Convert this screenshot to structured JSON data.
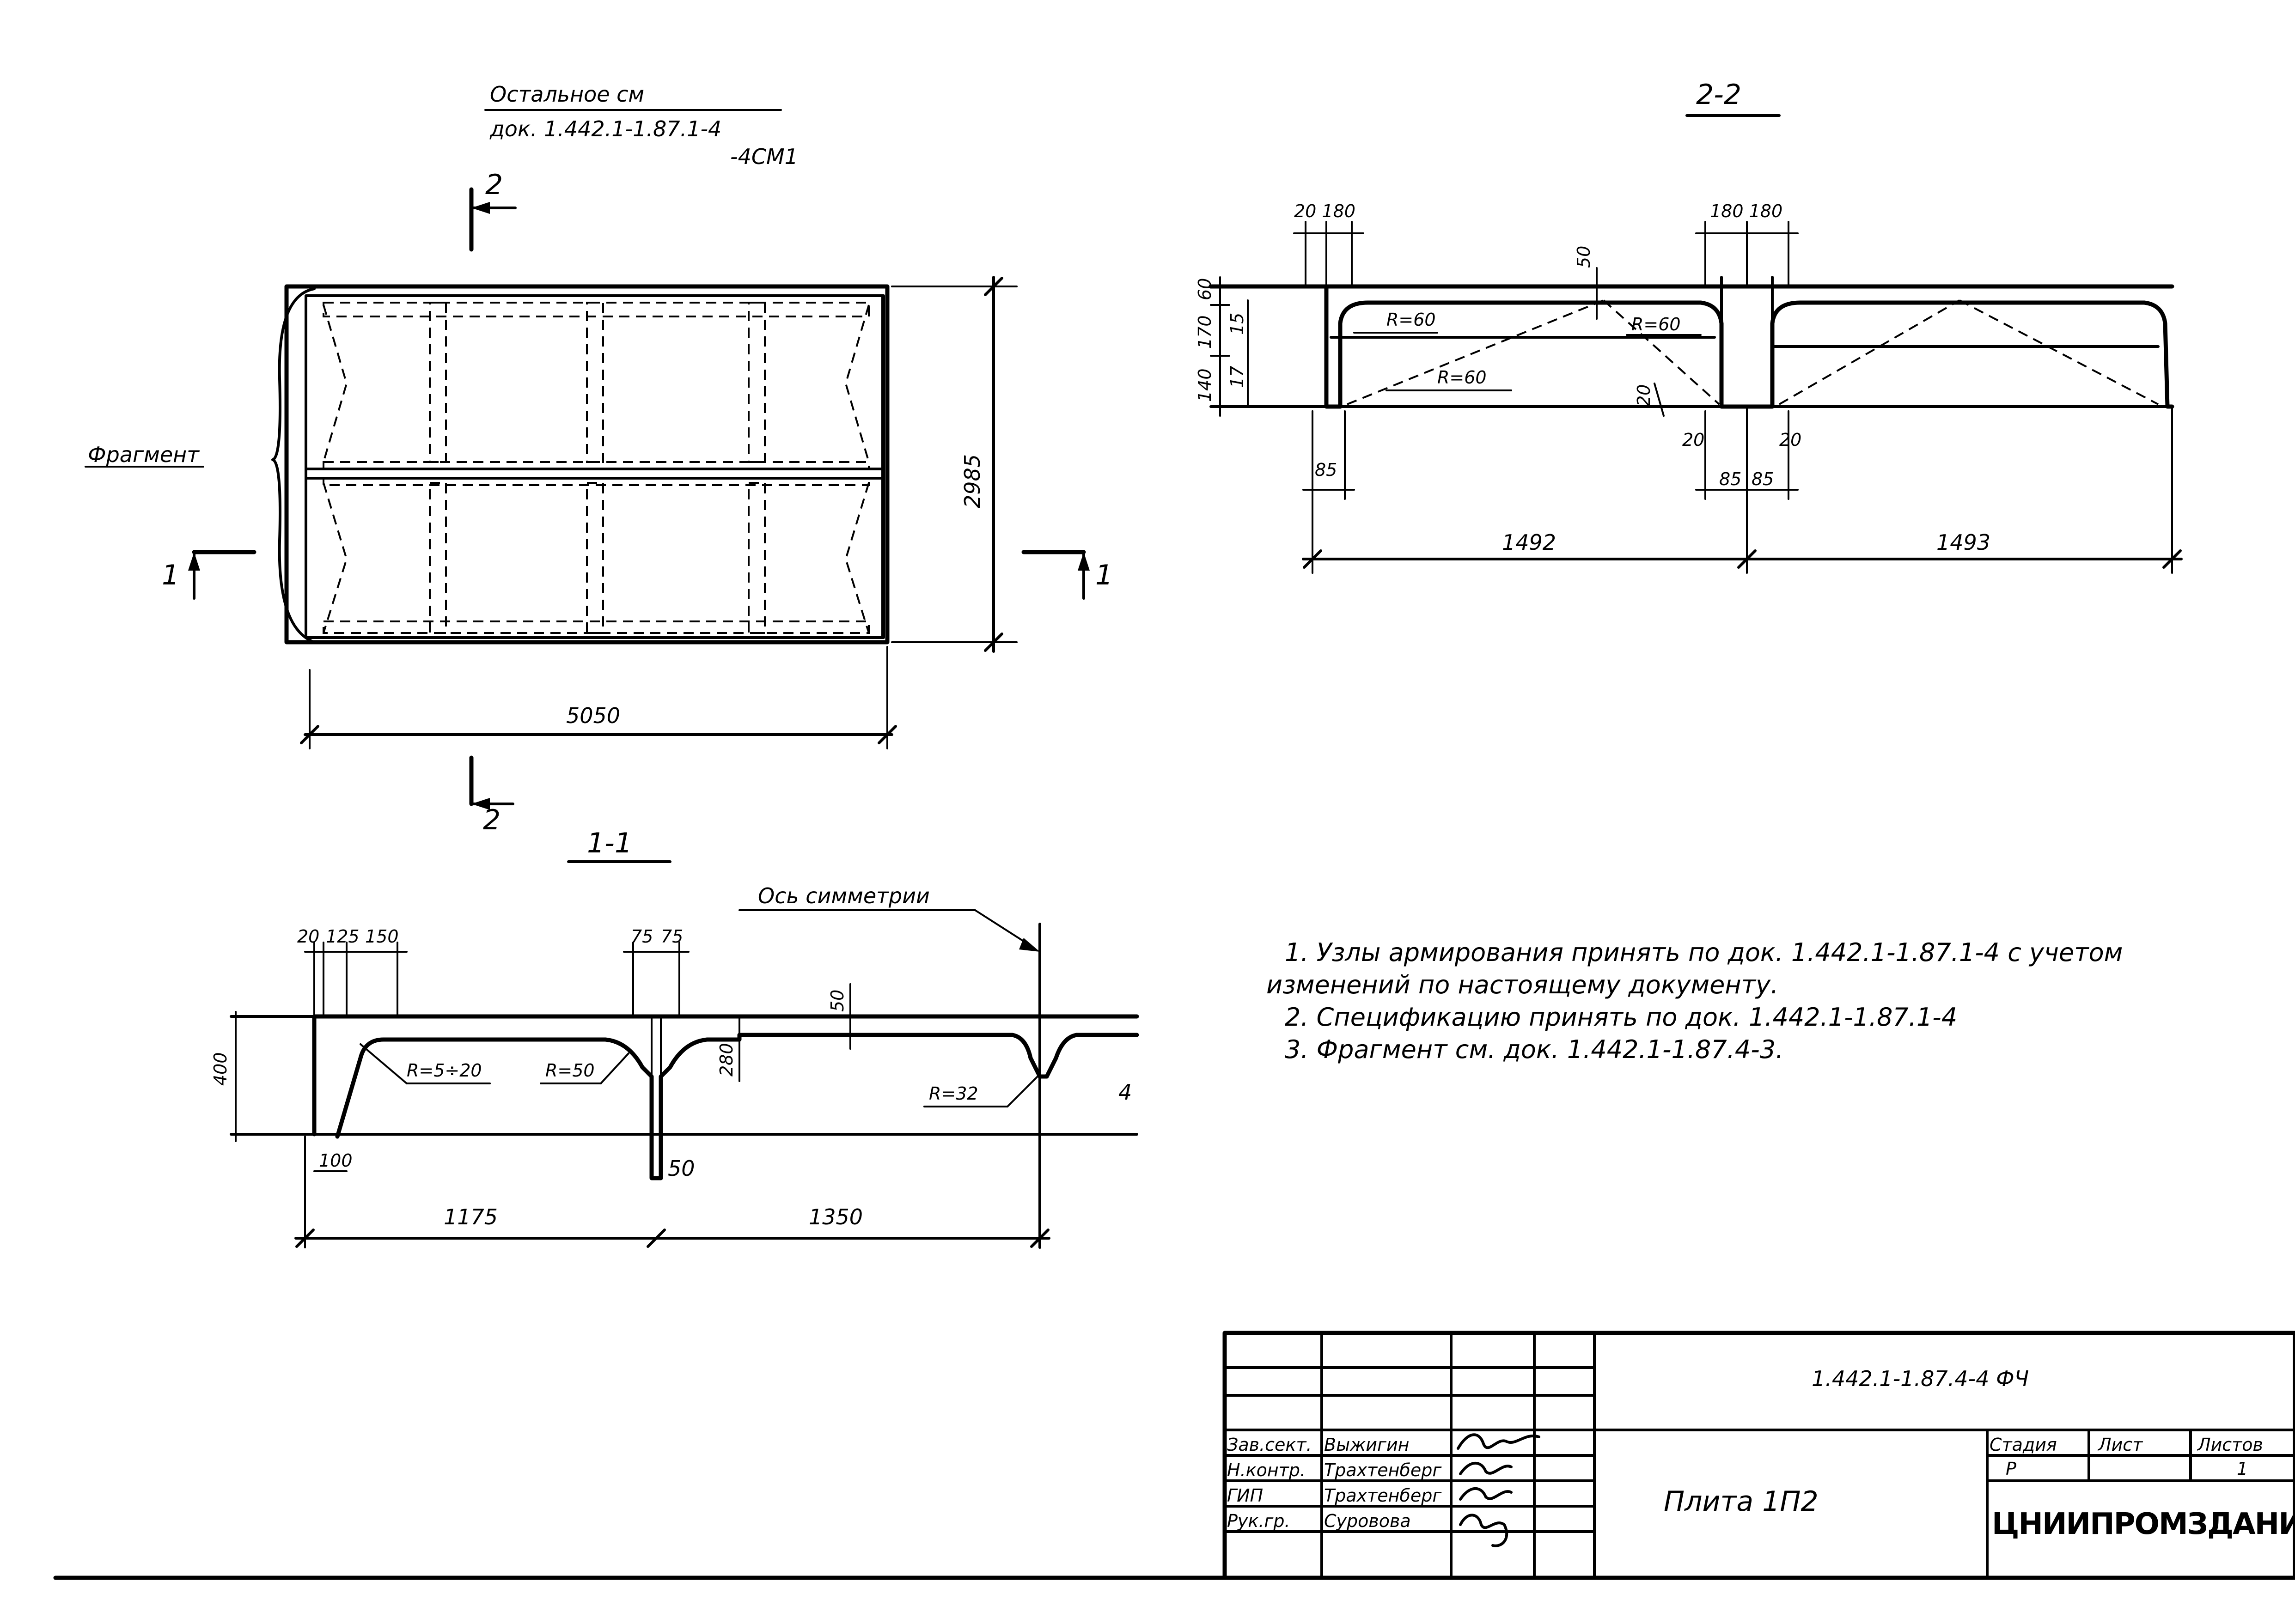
{
  "plan": {
    "reference_title": "Остальное см",
    "reference_doc": "док. 1.442.1-1.87.1-4",
    "reference_sheet": "-4СМ1",
    "fragment_label": "Фрагмент",
    "section_mark_1": "1",
    "section_mark_2": "2",
    "dim_length": "5050",
    "dim_width": "2985"
  },
  "section_2_2": {
    "title": "2-2",
    "dims": {
      "top_left": "20 180",
      "top_mid": "180 180",
      "h60": "60",
      "h170": "170",
      "h140": "140",
      "h15": "15",
      "h17": "17",
      "rib_top": "50",
      "r_left": "R=60",
      "r_mid": "R=60",
      "r_low": "R=60",
      "d20_v": "20",
      "d20_l": "20",
      "d20_r": "20",
      "d85_l": "85",
      "d85_m1": "85",
      "d85_m2": "85",
      "span_left": "1492",
      "span_right": "1493"
    }
  },
  "section_1_1": {
    "title": "1-1",
    "axis_label": "Ось симметрии",
    "dims": {
      "top_20": "20",
      "top_125": "125",
      "top_150": "150",
      "top_75a": "75",
      "top_75b": "75",
      "height": "400",
      "rib": "280",
      "flange": "50",
      "r1": "R=5÷20",
      "r2": "R=50",
      "r3": "R=32",
      "d100": "100",
      "d50": "50",
      "span_left": "1175",
      "span_right": "1350",
      "edge_mark": "4"
    }
  },
  "notes": [
    "1. Узлы армирования принять по док. 1.442.1-1.87.1-4 с учетом",
    "изменений по настоящему документу.",
    "2. Спецификацию принять по док. 1.442.1-1.87.1-4",
    "3. Фрагмент см. док. 1.442.1-1.87.4-3."
  ],
  "title_block": {
    "doc_code": "1.442.1-1.87.4-4 ФЧ",
    "product_name": "Плита 1П2",
    "col_stage": "Стадия",
    "col_sheet": "Лист",
    "col_sheets": "Листов",
    "stage_value": "Р",
    "sheets_value": "1",
    "organization": "ЦНИИПРОМЗДАНИЙ",
    "rows": [
      {
        "role": "Зав.сект.",
        "name": "Выжигин"
      },
      {
        "role": "Н.контр.",
        "name": "Трахтенберг"
      },
      {
        "role": "ГИП",
        "name": "Трахтенберг"
      },
      {
        "role": "Рук.гр.",
        "name": "Суровова"
      }
    ]
  }
}
